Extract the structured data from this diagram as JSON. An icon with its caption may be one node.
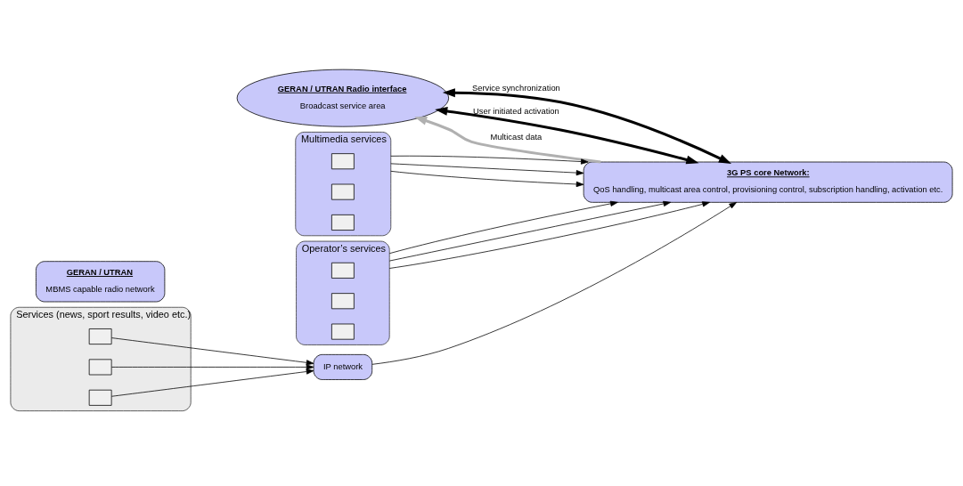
{
  "diagram": {
    "nodes": [
      {
        "text": [
          "GERAN / UTRAN Radio interface",
          "Broadcast service area"
        ]
      },
      {
        "text": [
          "GERAN / UTRAN",
          "MBMS capable radio network"
        ]
      },
      {
        "text": [
          "3G PS core Network:",
          "QoS handling, multicast area control, provisioning control, subscription handling, activation etc."
        ]
      },
      {
        "text": [
          "Multimedia services"
        ]
      },
      {
        "text": [],
        "shape": "box",
        "in": 3
      },
      {
        "text": [],
        "shape": "box",
        "in": 3
      },
      {
        "text": [],
        "shape": "box",
        "in": 3
      },
      {
        "text": [
          "Operator’s services"
        ]
      },
      {
        "text": [],
        "shape": "box",
        "in": 7
      },
      {
        "text": [],
        "shape": "box",
        "in": 7
      },
      {
        "text": [],
        "shape": "box",
        "in": 7
      },
      {
        "text": [
          "IP network"
        ]
      },
      {
        "text": [
          "Services (news, sport results, video etc.)"
        ]
      },
      {
        "text": [],
        "shape": "box",
        "in": 12
      },
      {
        "text": [],
        "shape": "box",
        "in": 12
      },
      {
        "text": [],
        "shape": "box",
        "in": 12
      }
    ],
    "edges": [
      {
        "from": 0,
        "to": 2,
        "arrow": "both",
        "label": "Service synchronization",
        "style": "thick"
      },
      {
        "from": 0,
        "to": 2,
        "arrow": "both",
        "label": "User initiated activation",
        "style": "thick"
      },
      {
        "from": 2,
        "to": 0,
        "arrow": "to",
        "label": "Multicast data",
        "style": "thick",
        "color": "#b0b0b0"
      },
      {
        "from": 3,
        "to": 2,
        "arrow": "to"
      },
      {
        "from": 3,
        "to": 2,
        "arrow": "to"
      },
      {
        "from": 3,
        "to": 2,
        "arrow": "to"
      },
      {
        "from": 7,
        "to": 2,
        "arrow": "to"
      },
      {
        "from": 7,
        "to": 2,
        "arrow": "to"
      },
      {
        "from": 7,
        "to": 2,
        "arrow": "to"
      },
      {
        "from": 11,
        "to": 2,
        "arrow": "to"
      },
      {
        "from": 13,
        "to": 11,
        "arrow": "to"
      },
      {
        "from": 14,
        "to": 11,
        "arrow": "to"
      },
      {
        "from": 15,
        "to": 11,
        "arrow": "to"
      }
    ]
  }
}
